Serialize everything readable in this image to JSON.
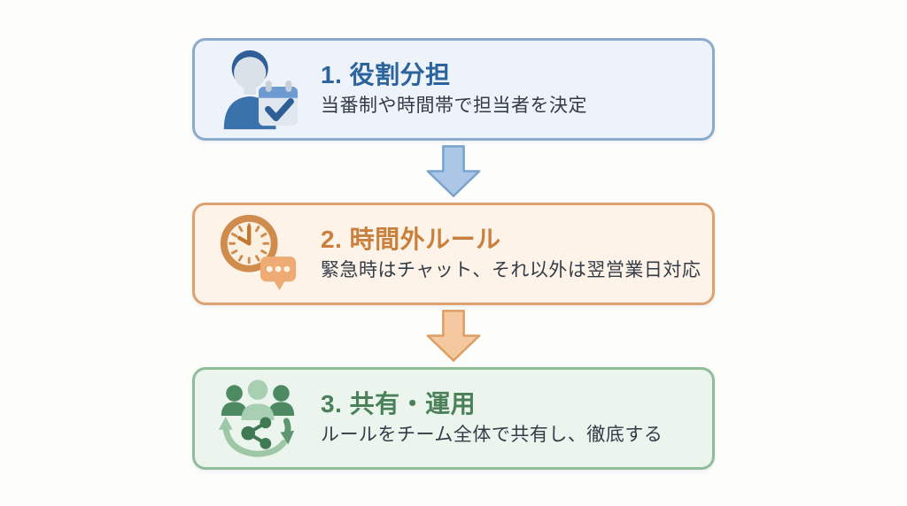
{
  "canvas": {
    "background": "#fdfdfc"
  },
  "steps": [
    {
      "title": "1. 役割分担",
      "description": "当番制や時間帯で担当者を決定",
      "icon": "person-calendar-icon",
      "colors": {
        "border": "#8cabca",
        "background": "#eef2f9",
        "title": "#2b639c",
        "text": "#333b47"
      }
    },
    {
      "title": "2. 時間外ルール",
      "description": "緊急時はチャット、それ以外は翌営業日対応",
      "icon": "clock-chat-icon",
      "colors": {
        "border": "#dda26f",
        "background": "#fdf3e8",
        "title": "#c8803c",
        "text": "#333b47"
      }
    },
    {
      "title": "3. 共有・運用",
      "description": "ルールをチーム全体で共有し、徹底する",
      "icon": "people-share-icon",
      "colors": {
        "border": "#8ebd99",
        "background": "#ecf4ee",
        "title": "#4a8159",
        "text": "#333b47"
      }
    }
  ],
  "arrows": [
    {
      "fill": "#abc7e5",
      "stroke": "#7aa4cf"
    },
    {
      "fill": "#f5c9a0",
      "stroke": "#dc9e62"
    }
  ]
}
